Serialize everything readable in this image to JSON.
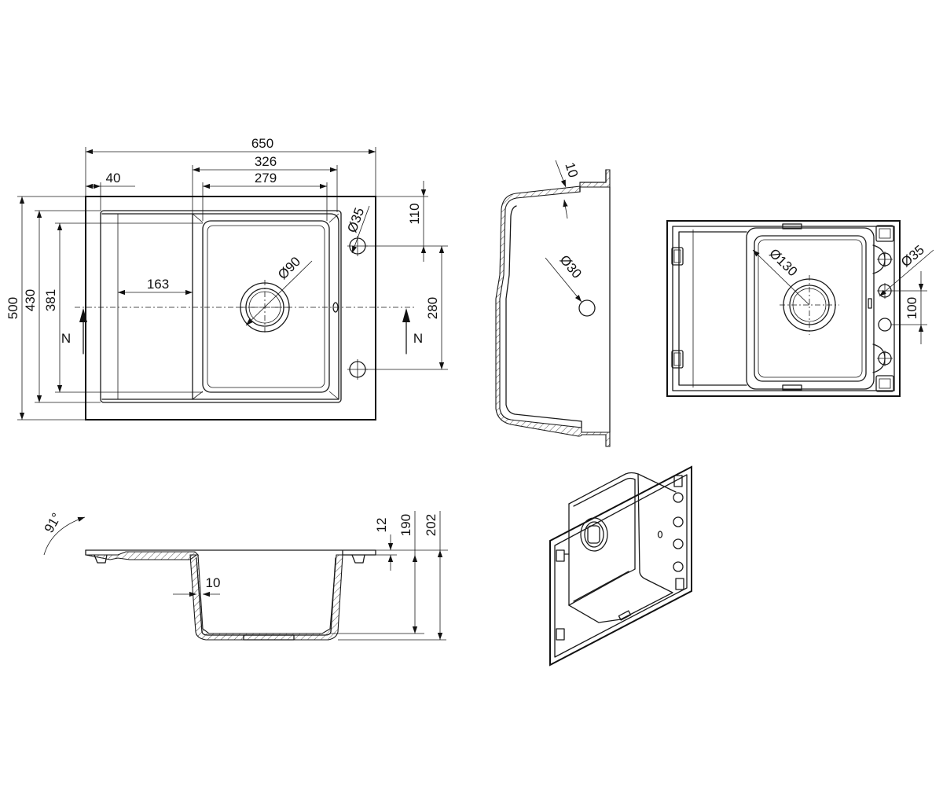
{
  "top_view": {
    "dims": {
      "overall_width": "650",
      "bowl_outer_width": "326",
      "bowl_inner_width": "279",
      "edge_margin": "40",
      "drainer_width": "163",
      "overall_depth": "500",
      "inner_depth": "430",
      "bowl_depth": "381",
      "tap_offset": "110",
      "tap_spacing": "280",
      "drain_diameter": "Ø90",
      "tap_hole_diameter": "Ø35"
    },
    "section_marks": [
      "N",
      "N"
    ]
  },
  "side_section": {
    "dims": {
      "wall_thickness": "10",
      "hole_diameter": "Ø30"
    }
  },
  "bottom_view": {
    "dims": {
      "drain_diameter": "Ø130",
      "hole_diameter": "Ø35",
      "hole_spacing": "100"
    }
  },
  "front_section": {
    "dims": {
      "angle": "91°",
      "rim_thickness": "12",
      "bowl_height": "190",
      "total_height": "202",
      "wall_thickness": "10"
    }
  }
}
